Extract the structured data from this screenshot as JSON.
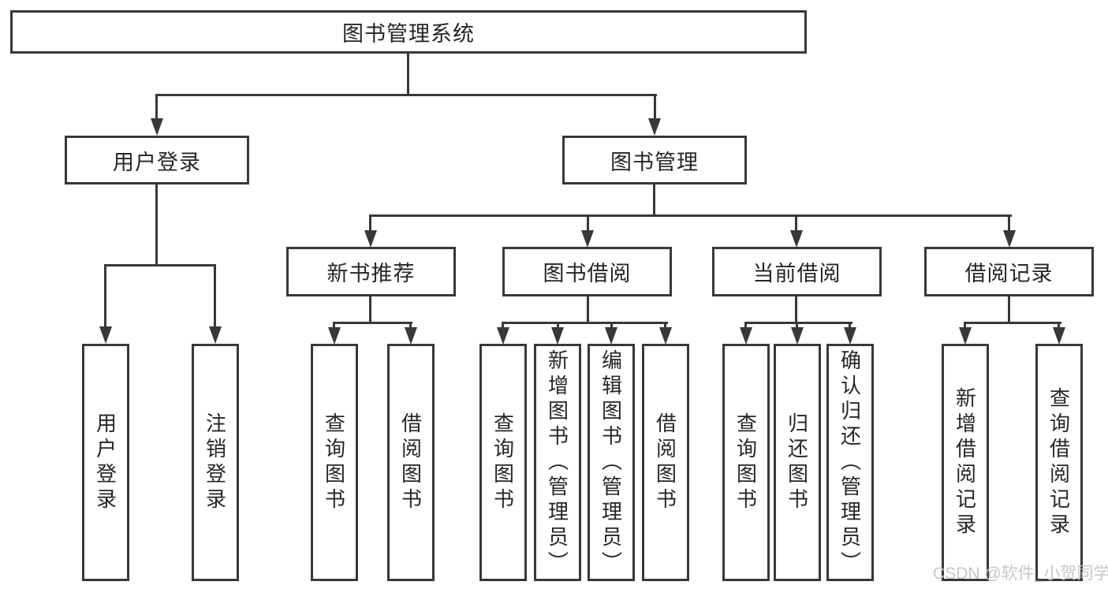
{
  "diagram": {
    "title": "图书管理系统",
    "root": {
      "label": "图书管理系统"
    },
    "level2": [
      {
        "label": "用户登录"
      },
      {
        "label": "图书管理"
      }
    ],
    "level3": [
      {
        "label": "新书推荐"
      },
      {
        "label": "图书借阅"
      },
      {
        "label": "当前借阅"
      },
      {
        "label": "借阅记录"
      }
    ],
    "leaves": {
      "user_login": [
        {
          "label": "用户登录"
        },
        {
          "label": "注销登录"
        }
      ],
      "new_books": [
        {
          "label": "查询图书"
        },
        {
          "label": "借阅图书"
        }
      ],
      "book_borrow": [
        {
          "label": "查询图书"
        },
        {
          "label": "新增图书（管理员）"
        },
        {
          "label": "编辑图书（管理员）"
        },
        {
          "label": "借阅图书"
        }
      ],
      "current_borrow": [
        {
          "label": "查询图书"
        },
        {
          "label": "归还图书"
        },
        {
          "label": "确认归还（管理员）"
        }
      ],
      "borrow_records": [
        {
          "label": "新增借阅记录"
        },
        {
          "label": "查询借阅记录"
        }
      ]
    },
    "colors": {
      "line": "#383838",
      "text": "#262626",
      "background": "#ffffff",
      "watermark": "#c4c4c4"
    }
  },
  "watermark": {
    "text": "CSDN @软件_小贺同学"
  }
}
